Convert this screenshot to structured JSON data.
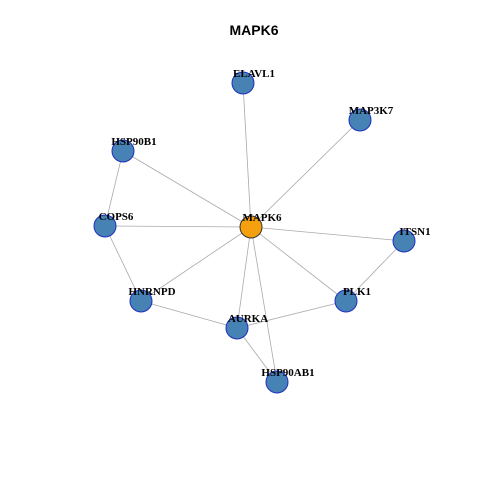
{
  "title": "MAPK6",
  "colors": {
    "center_node": "#f5a00f",
    "center_stroke": "#333333",
    "node_fill": "#4682b4",
    "node_stroke": "#1f2fbf",
    "edge": "#aaaaaa"
  },
  "nodes": [
    {
      "id": "MAPK6",
      "label": "MAPK6",
      "center": true
    },
    {
      "id": "ELAVL1",
      "label": "ELAVL1"
    },
    {
      "id": "MAP3K7",
      "label": "MAP3K7"
    },
    {
      "id": "HSP90B1",
      "label": "HSP90B1"
    },
    {
      "id": "COPS6",
      "label": "COPS6"
    },
    {
      "id": "ITSN1",
      "label": "ITSN1"
    },
    {
      "id": "HNRNPD",
      "label": "HNRNPD"
    },
    {
      "id": "PLK1",
      "label": "PLK1"
    },
    {
      "id": "AURKA",
      "label": "AURKA"
    },
    {
      "id": "HSP90AB1",
      "label": "HSP90AB1"
    }
  ],
  "edges": [
    [
      "MAPK6",
      "ELAVL1"
    ],
    [
      "MAPK6",
      "MAP3K7"
    ],
    [
      "MAPK6",
      "HSP90B1"
    ],
    [
      "MAPK6",
      "COPS6"
    ],
    [
      "MAPK6",
      "ITSN1"
    ],
    [
      "MAPK6",
      "HNRNPD"
    ],
    [
      "MAPK6",
      "PLK1"
    ],
    [
      "MAPK6",
      "AURKA"
    ],
    [
      "MAPK6",
      "HSP90AB1"
    ],
    [
      "HSP90B1",
      "COPS6"
    ],
    [
      "COPS6",
      "HNRNPD"
    ],
    [
      "HNRNPD",
      "AURKA"
    ],
    [
      "AURKA",
      "PLK1"
    ],
    [
      "AURKA",
      "HSP90AB1"
    ],
    [
      "PLK1",
      "ITSN1"
    ]
  ]
}
